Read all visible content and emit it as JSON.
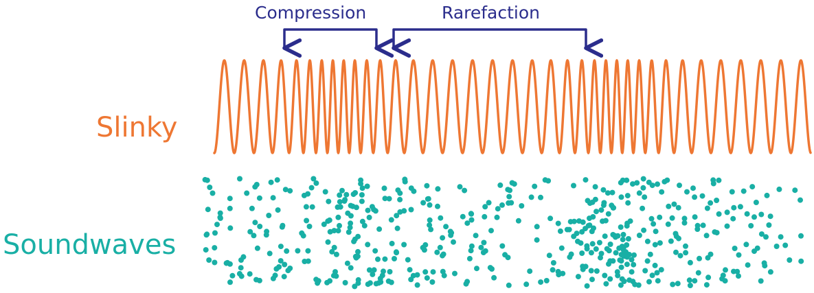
{
  "labels": {
    "slinky": "Slinky",
    "soundwaves": "Soundwaves",
    "compression": "Compression",
    "rarefaction": "Rarefaction"
  },
  "colors": {
    "slinky": "#ee7733",
    "particles": "#19afa5",
    "brackets": "#2b2d8c"
  }
}
